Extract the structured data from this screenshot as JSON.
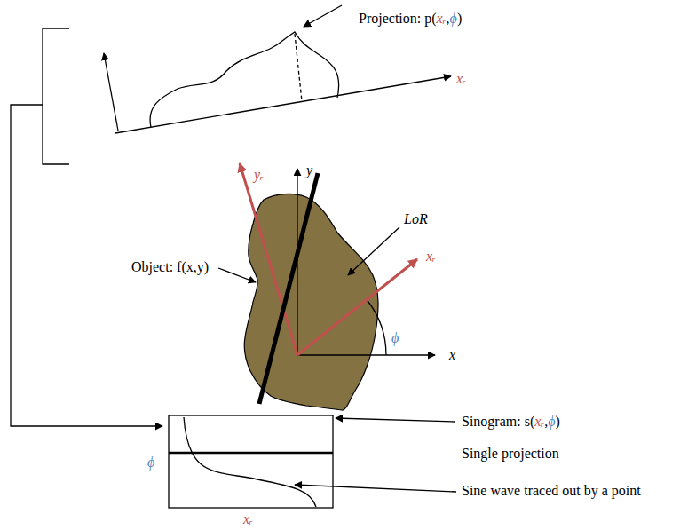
{
  "diagram": {
    "labels": [
      "Projection: p(xᵣ,ϕ)",
      "xᵣ",
      "y",
      "yᵣ",
      "LoR",
      "Object: f(x,y)",
      "xᵣ",
      "ϕ",
      "x",
      "Sinogram: s(xᵣ,ϕ)",
      "Single projection",
      "ϕ",
      "Sine wave traced out by a point",
      "xᵣ"
    ]
  }
}
